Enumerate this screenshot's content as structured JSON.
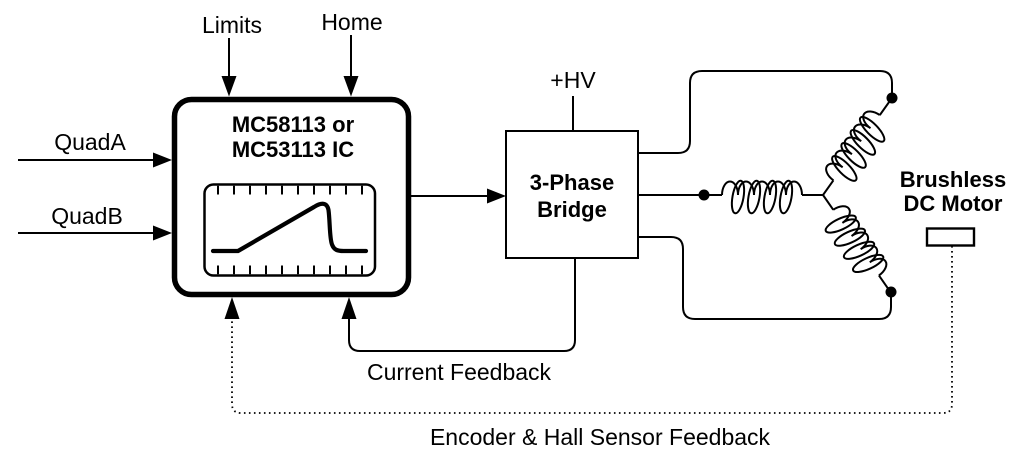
{
  "diagram": {
    "background": "#ffffff",
    "line_color": "#000000",
    "inputs": {
      "limits": "Limits",
      "home": "Home",
      "quad_a": "QuadA",
      "quad_b": "QuadB"
    },
    "controller": {
      "title_line1": "MC58113 or",
      "title_line2": "MC53113 IC"
    },
    "supply": {
      "hv": "+HV"
    },
    "bridge": {
      "title_line1": "3-Phase",
      "title_line2": "Bridge"
    },
    "motor": {
      "label_line1": "Brushless",
      "label_line2": "DC Motor"
    },
    "feedback": {
      "current": "Current Feedback",
      "encoder": "Encoder & Hall Sensor Feedback"
    }
  }
}
